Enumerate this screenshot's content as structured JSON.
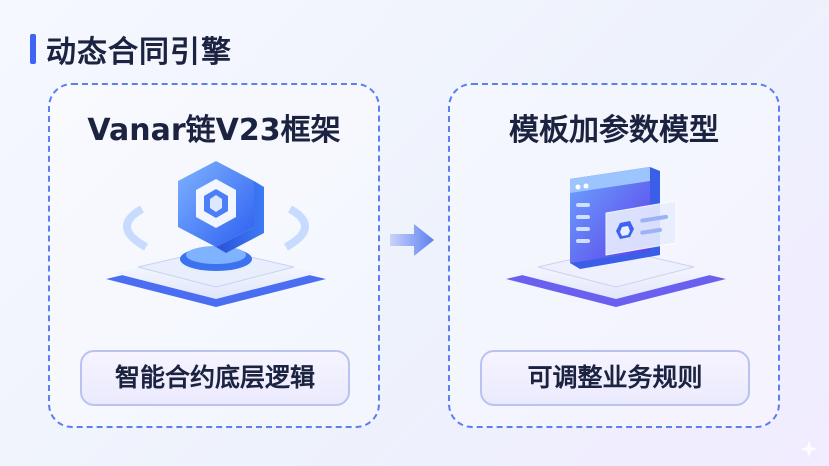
{
  "page": {
    "title": "动态合同引擎"
  },
  "cards": [
    {
      "title": "Vanar链V23框架",
      "caption": "智能合约底层逻辑",
      "icon": "hexagon-block-icon"
    },
    {
      "title": "模板加参数模型",
      "caption": "可调整业务规则",
      "icon": "template-window-icon"
    }
  ],
  "connector": {
    "icon": "arrow-right-icon"
  },
  "colors": {
    "accent": "#3f63f5",
    "text": "#1b2340",
    "dash": "#5d7ff0",
    "pill_border": "#b8c3f2"
  }
}
